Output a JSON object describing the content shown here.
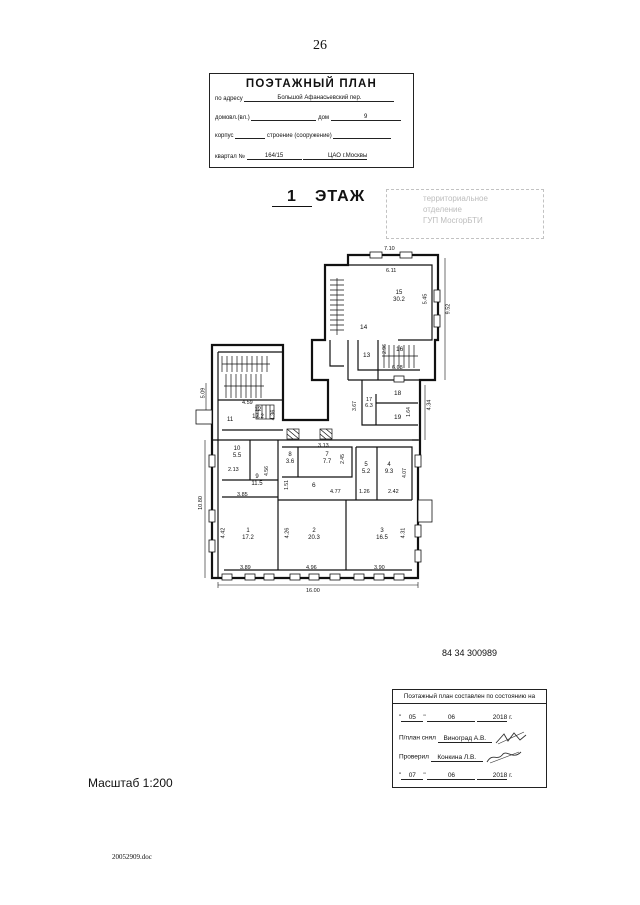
{
  "page_number": "26",
  "stamp": {
    "title": "ПОЭТАЖНЫЙ ПЛАН",
    "address_label": "по адресу",
    "address_value": "Большой Афанасьевский пер.",
    "domovl_label": "домовл.(вл.)",
    "dom_label": "дом",
    "dom_value": "9",
    "korpus_label": "корпус",
    "stroenie_label": "строение (сооружение)",
    "kvartal_label": "квартал №",
    "kvartal_value": "164/15",
    "district_value": "ЦАО г.Москвы"
  },
  "floor": {
    "number": "1",
    "label": "ЭТАЖ"
  },
  "faded_stamp": {
    "line1": "территориальное",
    "line2": "отделение",
    "line3": "ГУП МосгорБТИ"
  },
  "plan": {
    "rooms": [
      {
        "id": "room-15",
        "num": "15",
        "area": "30.2"
      },
      {
        "id": "room-14",
        "num": "14",
        "area": ""
      },
      {
        "id": "room-13",
        "num": "13",
        "area": ""
      },
      {
        "id": "room-16",
        "num": "16",
        "area": ""
      },
      {
        "id": "room-18",
        "num": "18",
        "area": ""
      },
      {
        "id": "room-17",
        "num": "17",
        "area": "6.3"
      },
      {
        "id": "room-19",
        "num": "19",
        "area": ""
      },
      {
        "id": "room-12",
        "num": "12",
        "area": "17.2"
      },
      {
        "id": "room-11",
        "num": "11",
        "area": ""
      },
      {
        "id": "room-10",
        "num": "10",
        "area": "5.5"
      },
      {
        "id": "room-9",
        "num": "9",
        "area": "11.5"
      },
      {
        "id": "room-8",
        "num": "8",
        "area": "3.6"
      },
      {
        "id": "room-7",
        "num": "7",
        "area": "7.7"
      },
      {
        "id": "room-6",
        "num": "6",
        "area": ""
      },
      {
        "id": "room-5",
        "num": "5",
        "area": "5.2"
      },
      {
        "id": "room-4",
        "num": "4",
        "area": "9.3"
      },
      {
        "id": "room-1",
        "num": "1",
        "area": "17.2"
      },
      {
        "id": "room-2",
        "num": "2",
        "area": "20.3"
      },
      {
        "id": "room-3",
        "num": "3",
        "area": "16.5"
      }
    ],
    "dims": {
      "d_7_10": "7.10",
      "d_6_11": "6.11",
      "d_5_45": "5.45",
      "d_9_52": "9.52",
      "d_2_96": "2.96",
      "d_6_08": "6.08",
      "d_5_09": "5.09",
      "d_4_59": "4.59",
      "d_4_36": "4.36",
      "d_3_67": "3.67",
      "d_1_64": "1.64",
      "d_4_34": "4.34",
      "d_3_13": "3.13",
      "d_2_45": "2.45",
      "d_2_13": "2.13",
      "d_4_56": "4.56",
      "d_1_51": "1.51",
      "d_4_77": "4.77",
      "d_1_26": "1.26",
      "d_2_42": "2.42",
      "d_4_07": "4.07",
      "d_3_85": "3.85",
      "d_10_80": "10.80",
      "d_4_42": "4.42",
      "d_4_26": "4.26",
      "d_4_31": "4.31",
      "d_3_89": "3.89",
      "d_4_96": "4.96",
      "d_3_90": "3.90",
      "d_16_00": "16.00"
    }
  },
  "inventory_number": "84 34 300989",
  "scale": "Масштаб 1:200",
  "signoff": {
    "header": "Поэтажный план составлен по состоянию на",
    "q_open": "\"",
    "q_close": "\"",
    "date1_day": "05",
    "date1_month": "06",
    "date1_year": "2018",
    "year_suffix": "г.",
    "drawn_label": "П/план снял",
    "drawn_name": "Виноград А.В.",
    "checked_label": "Проверил",
    "checked_name": "Конкина Л.В.",
    "date2_day": "07",
    "date2_month": "06",
    "date2_year": "2018"
  },
  "footer_file": "20052909.doc"
}
